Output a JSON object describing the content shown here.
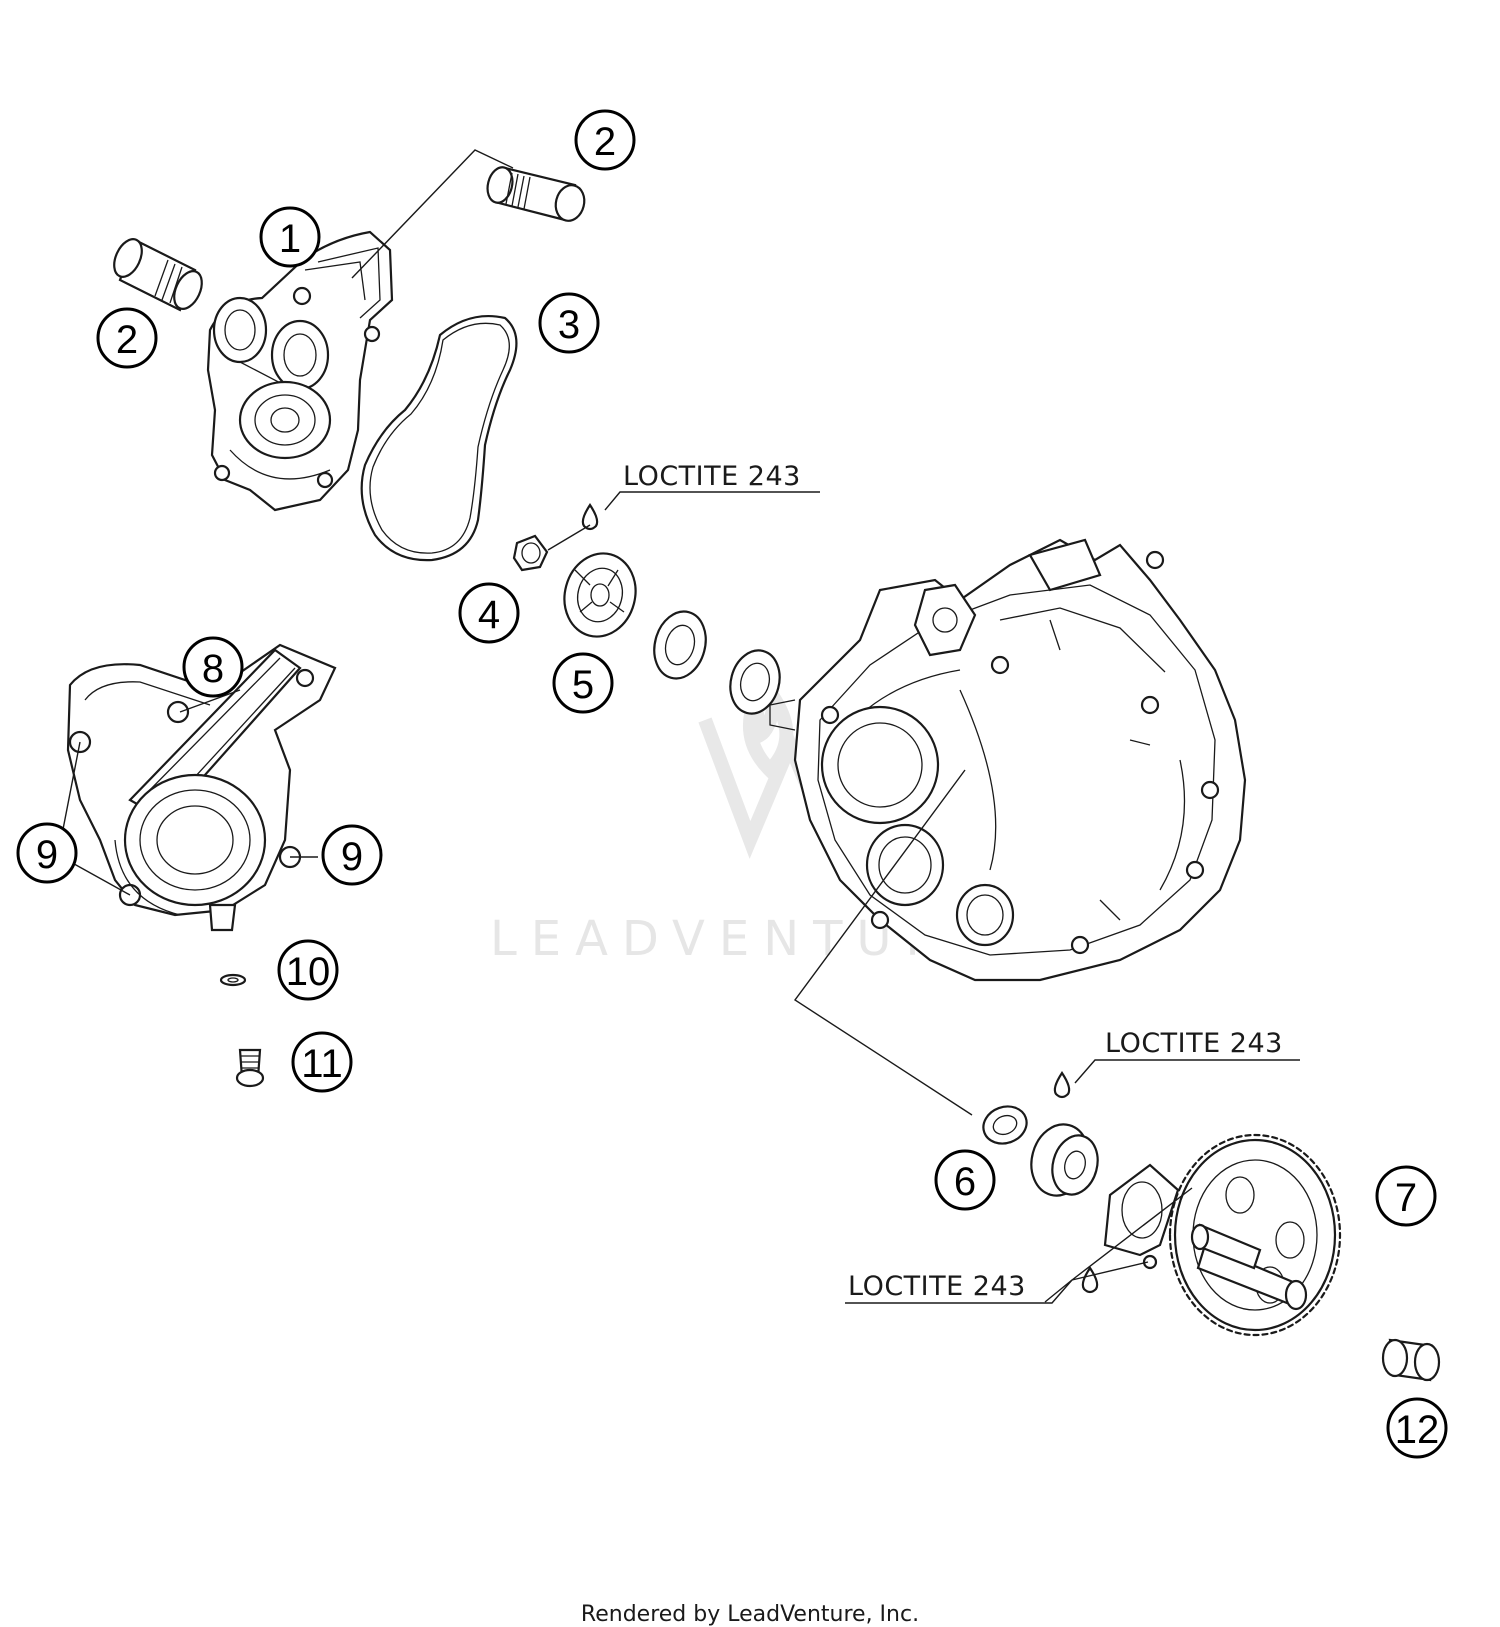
{
  "callouts": [
    {
      "label": "1"
    },
    {
      "label": "2"
    },
    {
      "label": "2"
    },
    {
      "label": "3"
    },
    {
      "label": "4"
    },
    {
      "label": "5"
    },
    {
      "label": "6"
    },
    {
      "label": "7"
    },
    {
      "label": "8"
    },
    {
      "label": "9"
    },
    {
      "label": "9"
    },
    {
      "label": "10"
    },
    {
      "label": "11"
    },
    {
      "label": "12"
    }
  ],
  "notes": [
    "LOCTITE 243",
    "LOCTITE 243",
    "LOCTITE 243"
  ],
  "watermark": "LEADVENTURE",
  "footer": "Rendered by LeadVenture, Inc."
}
